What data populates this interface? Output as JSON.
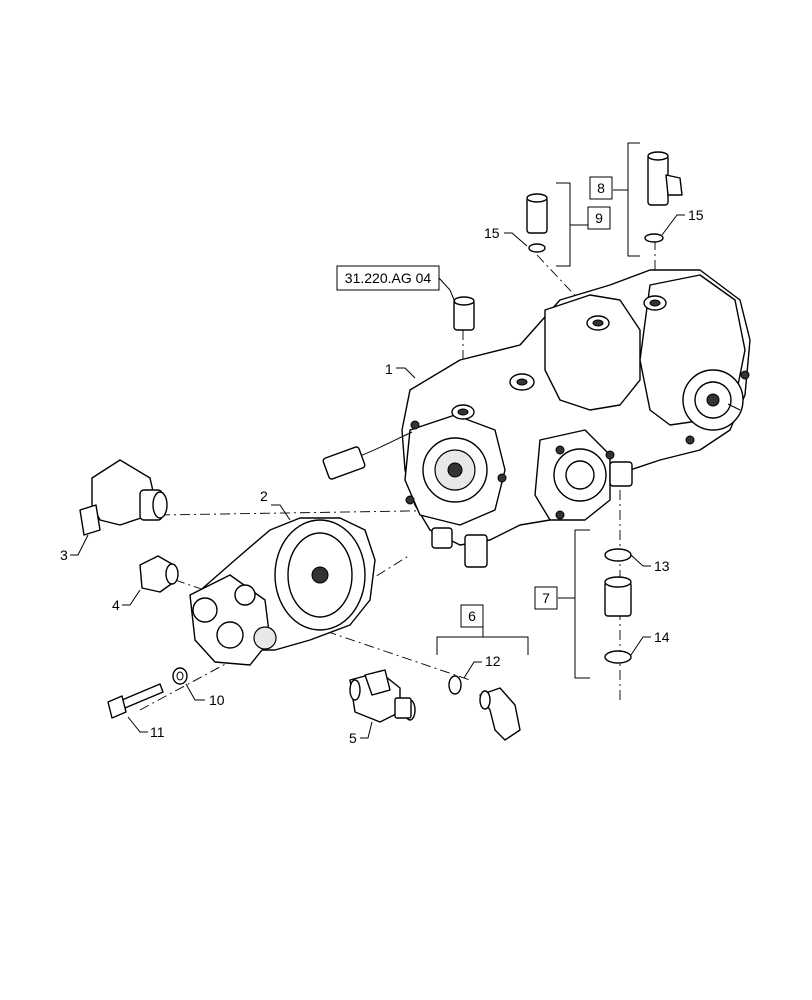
{
  "reference_box": {
    "label": "31.220.AG 04"
  },
  "callouts": {
    "c1": "1",
    "c2": "2",
    "c3": "3",
    "c4": "4",
    "c5": "5",
    "c6": "6",
    "c7": "7",
    "c8": "8",
    "c9": "9",
    "c10": "10",
    "c11": "11",
    "c12": "12",
    "c13": "13",
    "c14": "14",
    "c15a": "15",
    "c15b": "15"
  }
}
